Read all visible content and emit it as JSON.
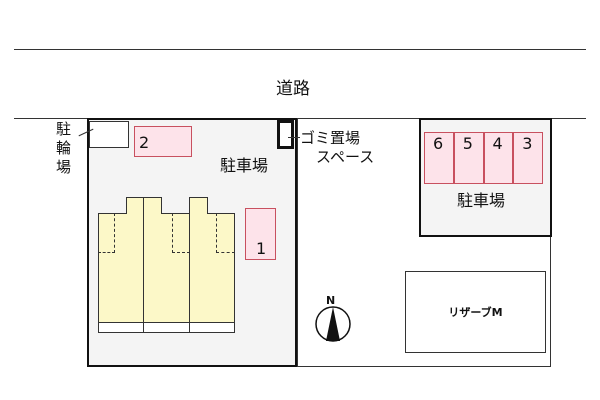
{
  "road": {
    "label": "道路"
  },
  "left_lot": {
    "parking_label": "駐車場",
    "bike_parking_label": [
      "駐",
      "輪",
      "場"
    ],
    "spots": [
      "2",
      "1"
    ]
  },
  "garbage": {
    "label_line1": "ゴミ置場",
    "label_line2": "スペース"
  },
  "right_lot": {
    "parking_label": "駐車場",
    "spots": [
      "6",
      "5",
      "4",
      "3"
    ],
    "building_label": "リザーブM"
  },
  "compass": {
    "label": "N"
  },
  "colors": {
    "spot_fill": "#fde3ea",
    "spot_border": "#c8505f",
    "building_fill": "#fcf8c8",
    "lot_fill": "#f4f4f4"
  }
}
